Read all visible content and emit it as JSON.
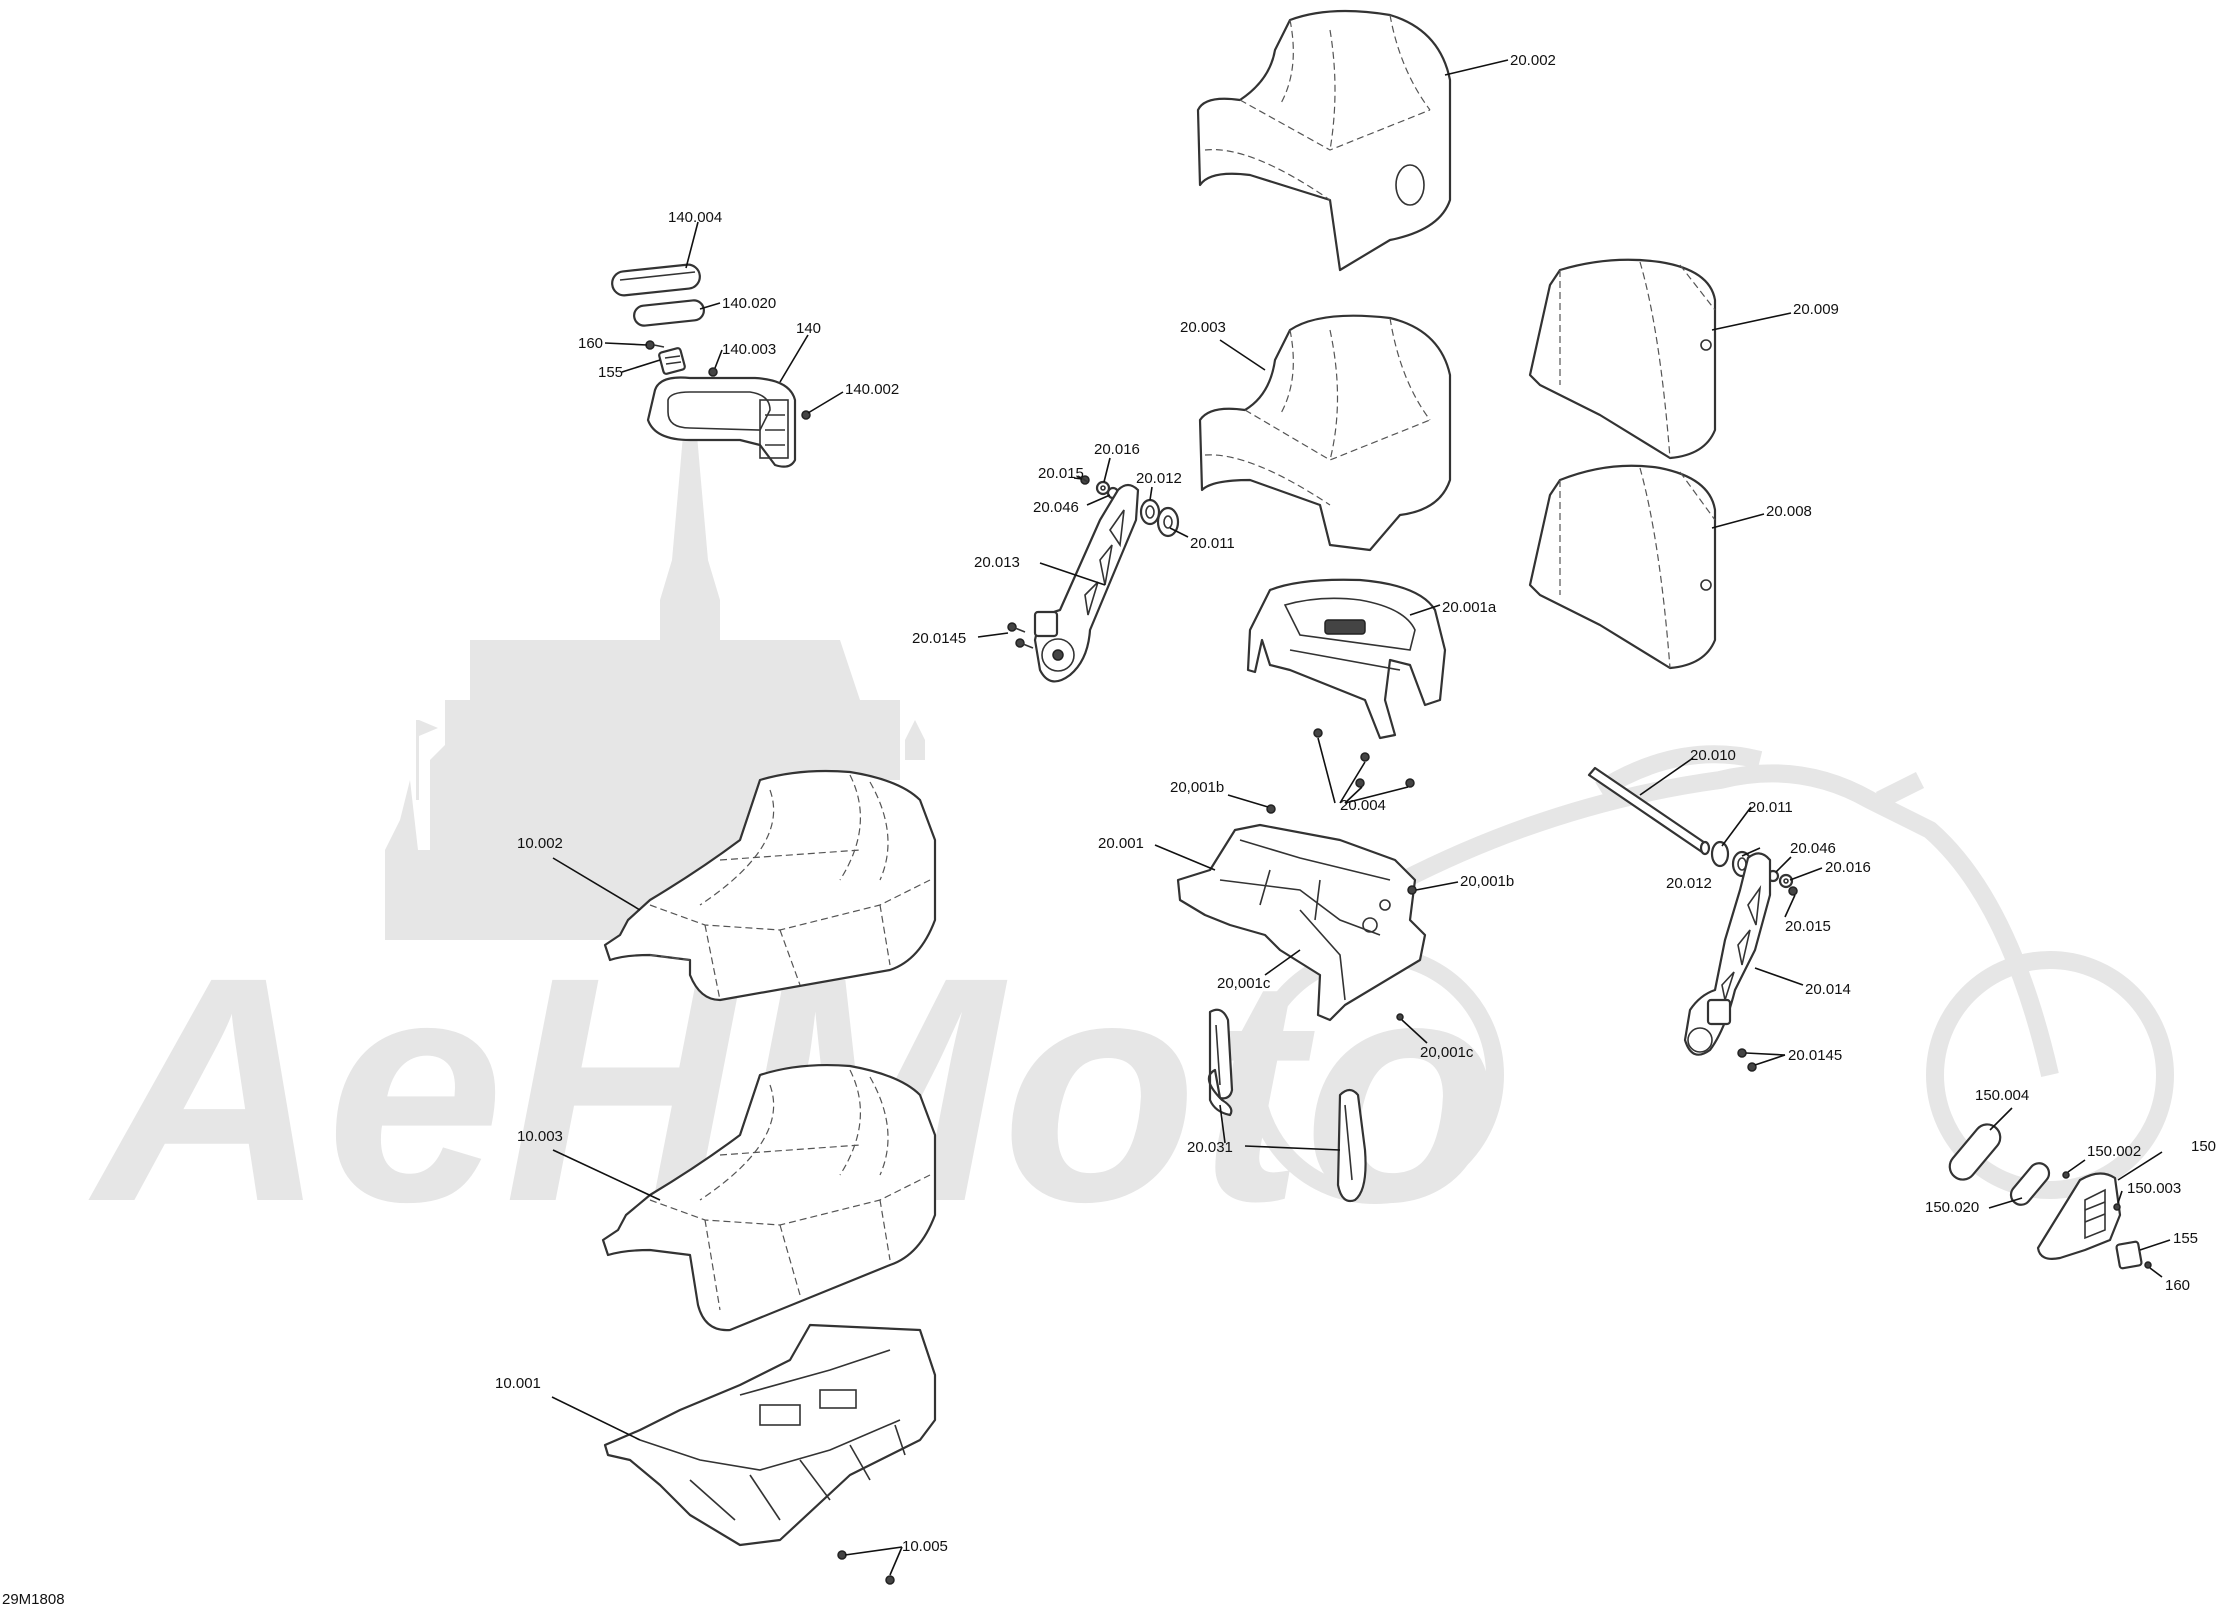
{
  "diagram_code": "29M1808",
  "watermark_text": "AeHMoto",
  "labels": {
    "l_140_004": "140.004",
    "l_140_020": "140.020",
    "l_160_a": "160",
    "l_140_003": "140.003",
    "l_140": "140",
    "l_155_a": "155",
    "l_140_002": "140.002",
    "l_20_002": "20.002",
    "l_20_003": "20.003",
    "l_20_009": "20.009",
    "l_20_008": "20.008",
    "l_20_015_a": "20.015",
    "l_20_016_a": "20.016",
    "l_20_012_a": "20.012",
    "l_20_046_a": "20.046",
    "l_20_011_a": "20.011",
    "l_20_013": "20.013",
    "l_20_0145_a": "20.0145",
    "l_20_001a": "20.001a",
    "l_20_004": "20.004",
    "l_20_001b_a": "20,001b",
    "l_20_001": "20.001",
    "l_20_001b_b": "20,001b",
    "l_20_001c_a": "20,001c",
    "l_20_001c_b": "20,001c",
    "l_20_031": "20.031",
    "l_20_010": "20.010",
    "l_20_011_b": "20.011",
    "l_20_046_b": "20.046",
    "l_20_012_b": "20.012",
    "l_20_016_b": "20.016",
    "l_20_015_b": "20.015",
    "l_20_014": "20.014",
    "l_20_0145_b": "20.0145",
    "l_10_002": "10.002",
    "l_10_003": "10.003",
    "l_10_001": "10.001",
    "l_10_005": "10.005",
    "l_150_004": "150.004",
    "l_150_002": "150.002",
    "l_150": "150",
    "l_150_003": "150.003",
    "l_150_020": "150.020",
    "l_155_b": "155",
    "l_160_b": "160"
  }
}
